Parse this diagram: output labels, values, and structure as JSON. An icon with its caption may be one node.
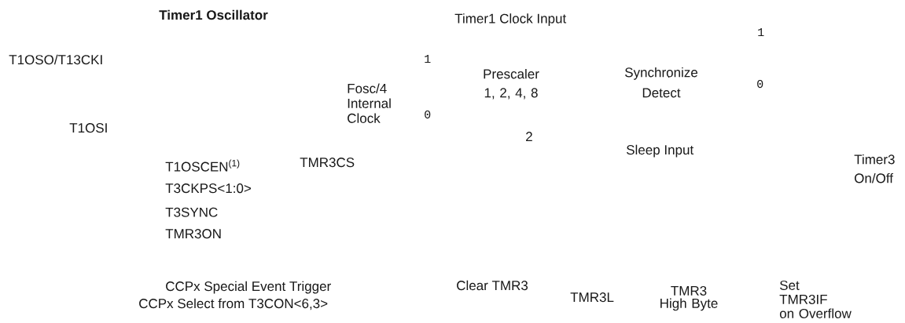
{
  "diagram": {
    "labels": [
      "Timer1 Oscillator",
      "Timer1 Clock Input",
      "1",
      "T1OSO/T13CKI",
      "1",
      "Prescaler 1, 2, 4, 8",
      "Synchronize Detect",
      "0",
      "Fosc/4 Internal Clock",
      "0",
      "T1OSI",
      "2",
      "Sleep Input",
      "Timer3 On/Off",
      "T1OSCEN$^{(1)}$",
      "TMR3CS",
      "T3CKPS<1:0>",
      "T3SYNC",
      "TMR3ON",
      "CCPx Special Event Trigger",
      "Clear TMR3",
      "TMR3L",
      "TMR3 High Byte",
      "Set TMR3IF on Overflow",
      "CCPx Select from T3CON<6,3>"
    ]
  }
}
